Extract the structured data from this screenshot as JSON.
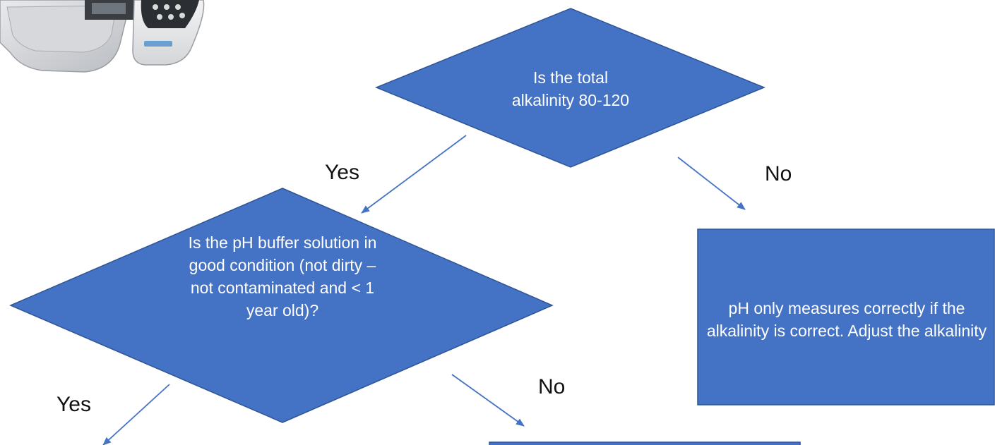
{
  "colors": {
    "node_fill": "#4472C4",
    "node_stroke": "#2F5597",
    "connector": "#4472C4",
    "text_on_node": "#FFFFFF"
  },
  "icons": {
    "device": "pool-test-kit-device-icon"
  },
  "nodes": {
    "alkalinity_question": {
      "shape": "diamond",
      "label": "Is the total alkalinity 80-120"
    },
    "buffer_question": {
      "shape": "diamond",
      "label": "Is the pH buffer solution in good condition (not dirty – not contaminated and < 1 year old)?"
    },
    "adjust_alkalinity": {
      "shape": "rectangle",
      "label": "pH only measures correctly if the alkalinity is correct. Adjust the alkalinity"
    },
    "buffer_no_box": {
      "shape": "rectangle",
      "label": ""
    }
  },
  "edges": {
    "alkalinity_yes": {
      "from": "alkalinity_question",
      "to": "buffer_question",
      "label": "Yes"
    },
    "alkalinity_no": {
      "from": "alkalinity_question",
      "to": "adjust_alkalinity",
      "label": "No"
    },
    "buffer_yes": {
      "from": "buffer_question",
      "to": "offscreen",
      "label": "Yes"
    },
    "buffer_no": {
      "from": "buffer_question",
      "to": "buffer_no_box",
      "label": "No"
    }
  }
}
